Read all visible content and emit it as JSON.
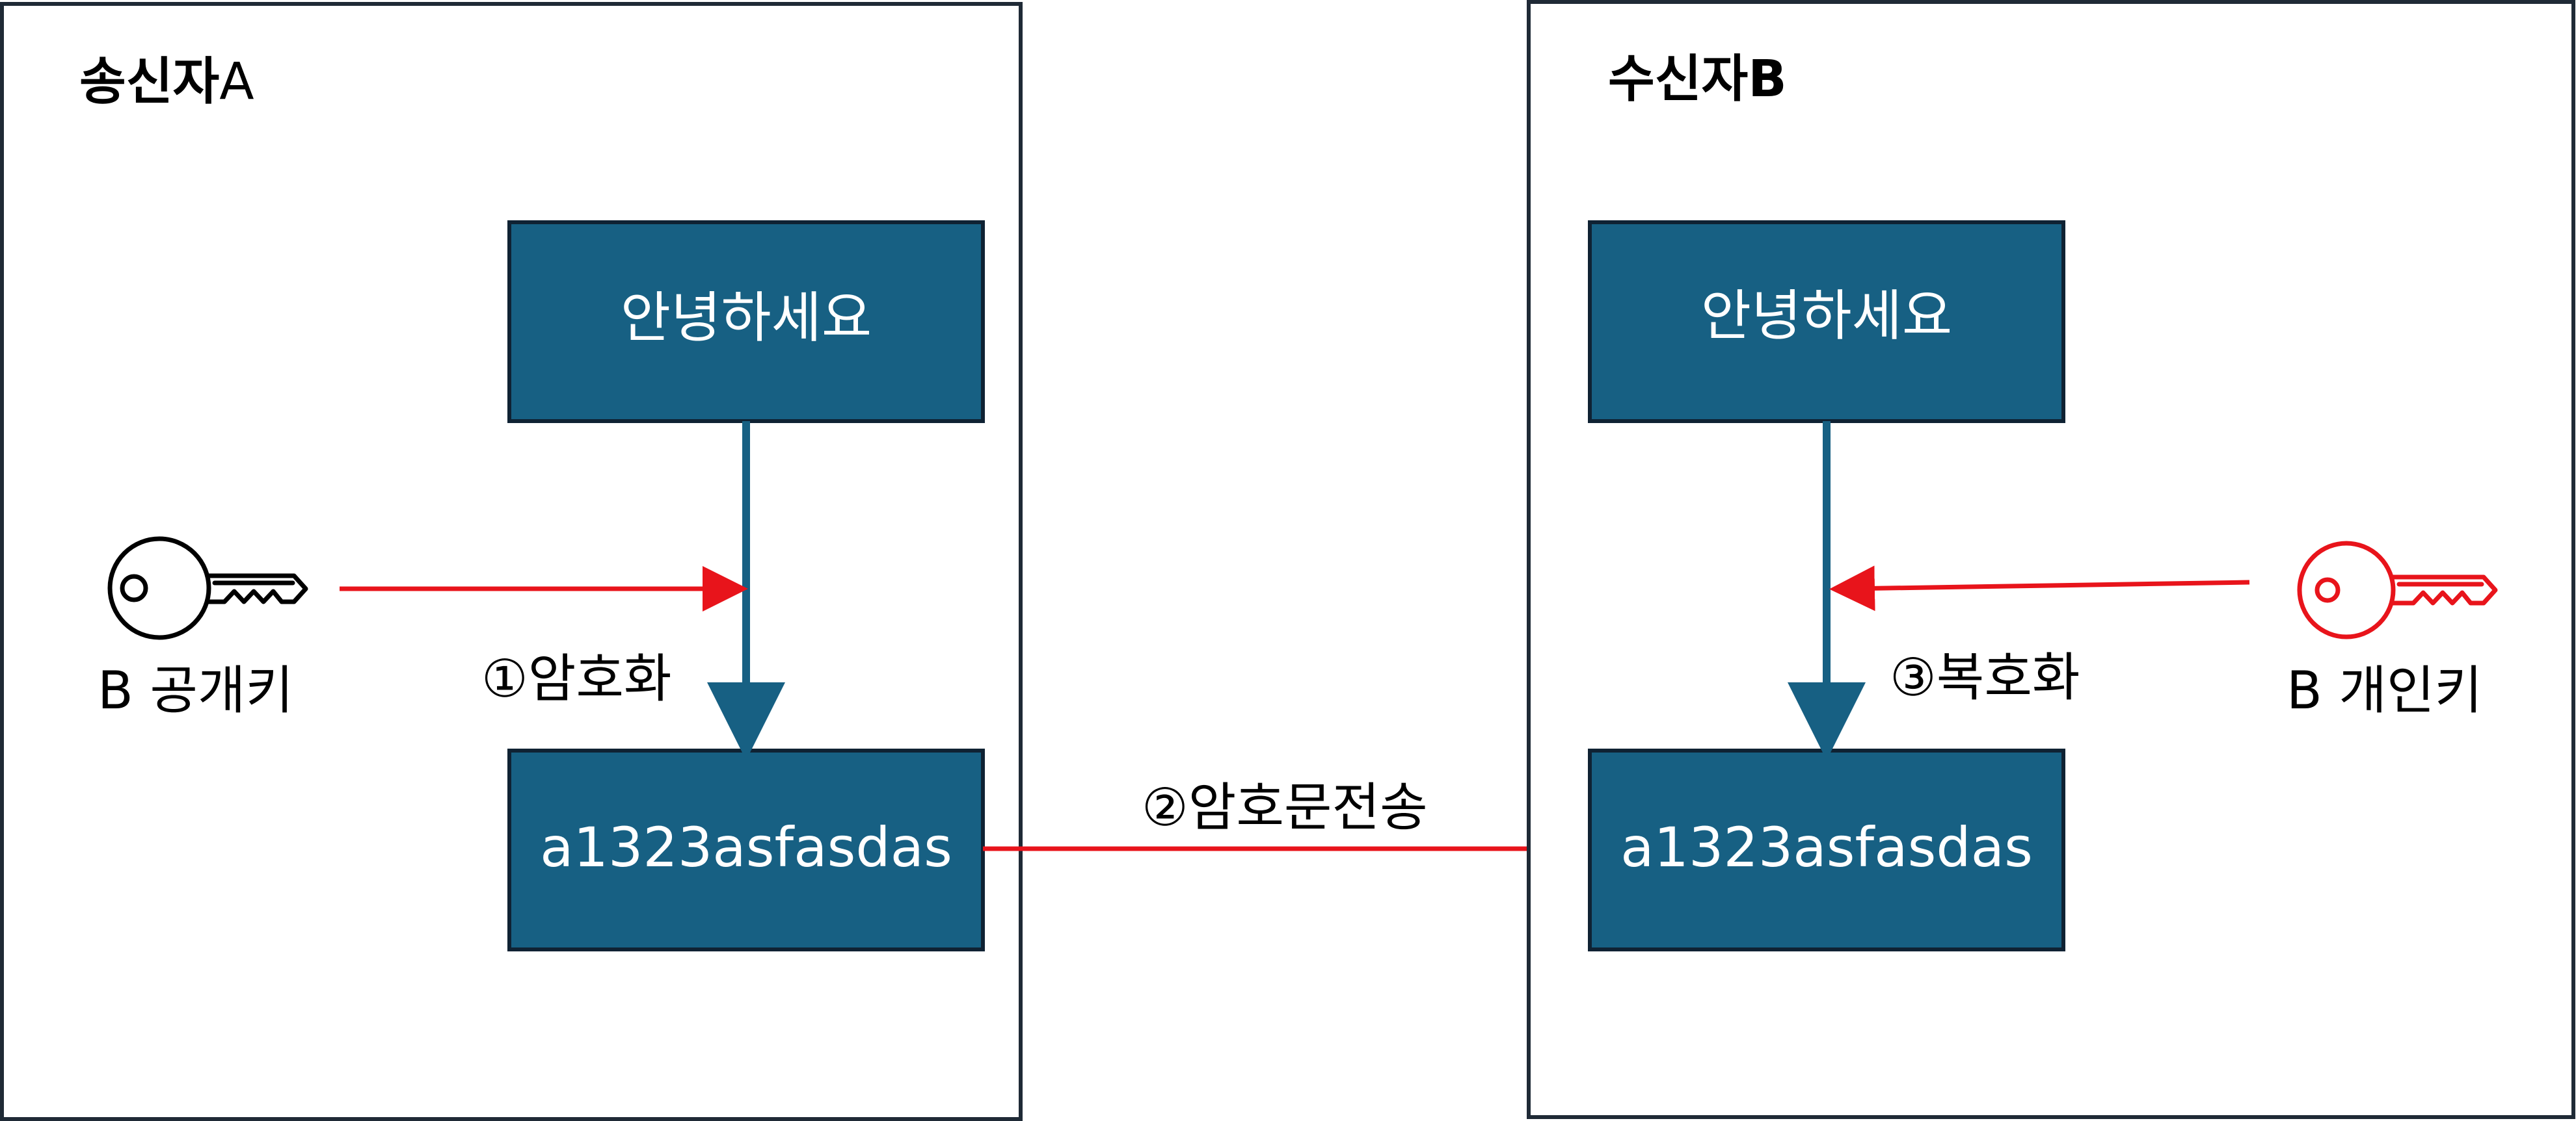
{
  "sender": {
    "title_bold": "송신자",
    "title_suffix": "A",
    "plaintext_box": "안녕하세요",
    "ciphertext_box": "a1323asfasdas",
    "key_label": "B 공개키",
    "step_label": "①암호화"
  },
  "transfer": {
    "step_label": "②암호문전송"
  },
  "receiver": {
    "title": "수신자B",
    "plaintext_box": "안녕하세요",
    "ciphertext_box": "a1323asfasdas",
    "key_label": "B 개인키",
    "step_label": "③복호화"
  },
  "colors": {
    "box_fill": "#176083",
    "flow_arrow": "#176083",
    "key_arrow": "#e8141b",
    "public_key": "#000000",
    "private_key": "#e8141b"
  },
  "icons": {
    "public_key": "key-icon",
    "private_key": "key-icon"
  }
}
